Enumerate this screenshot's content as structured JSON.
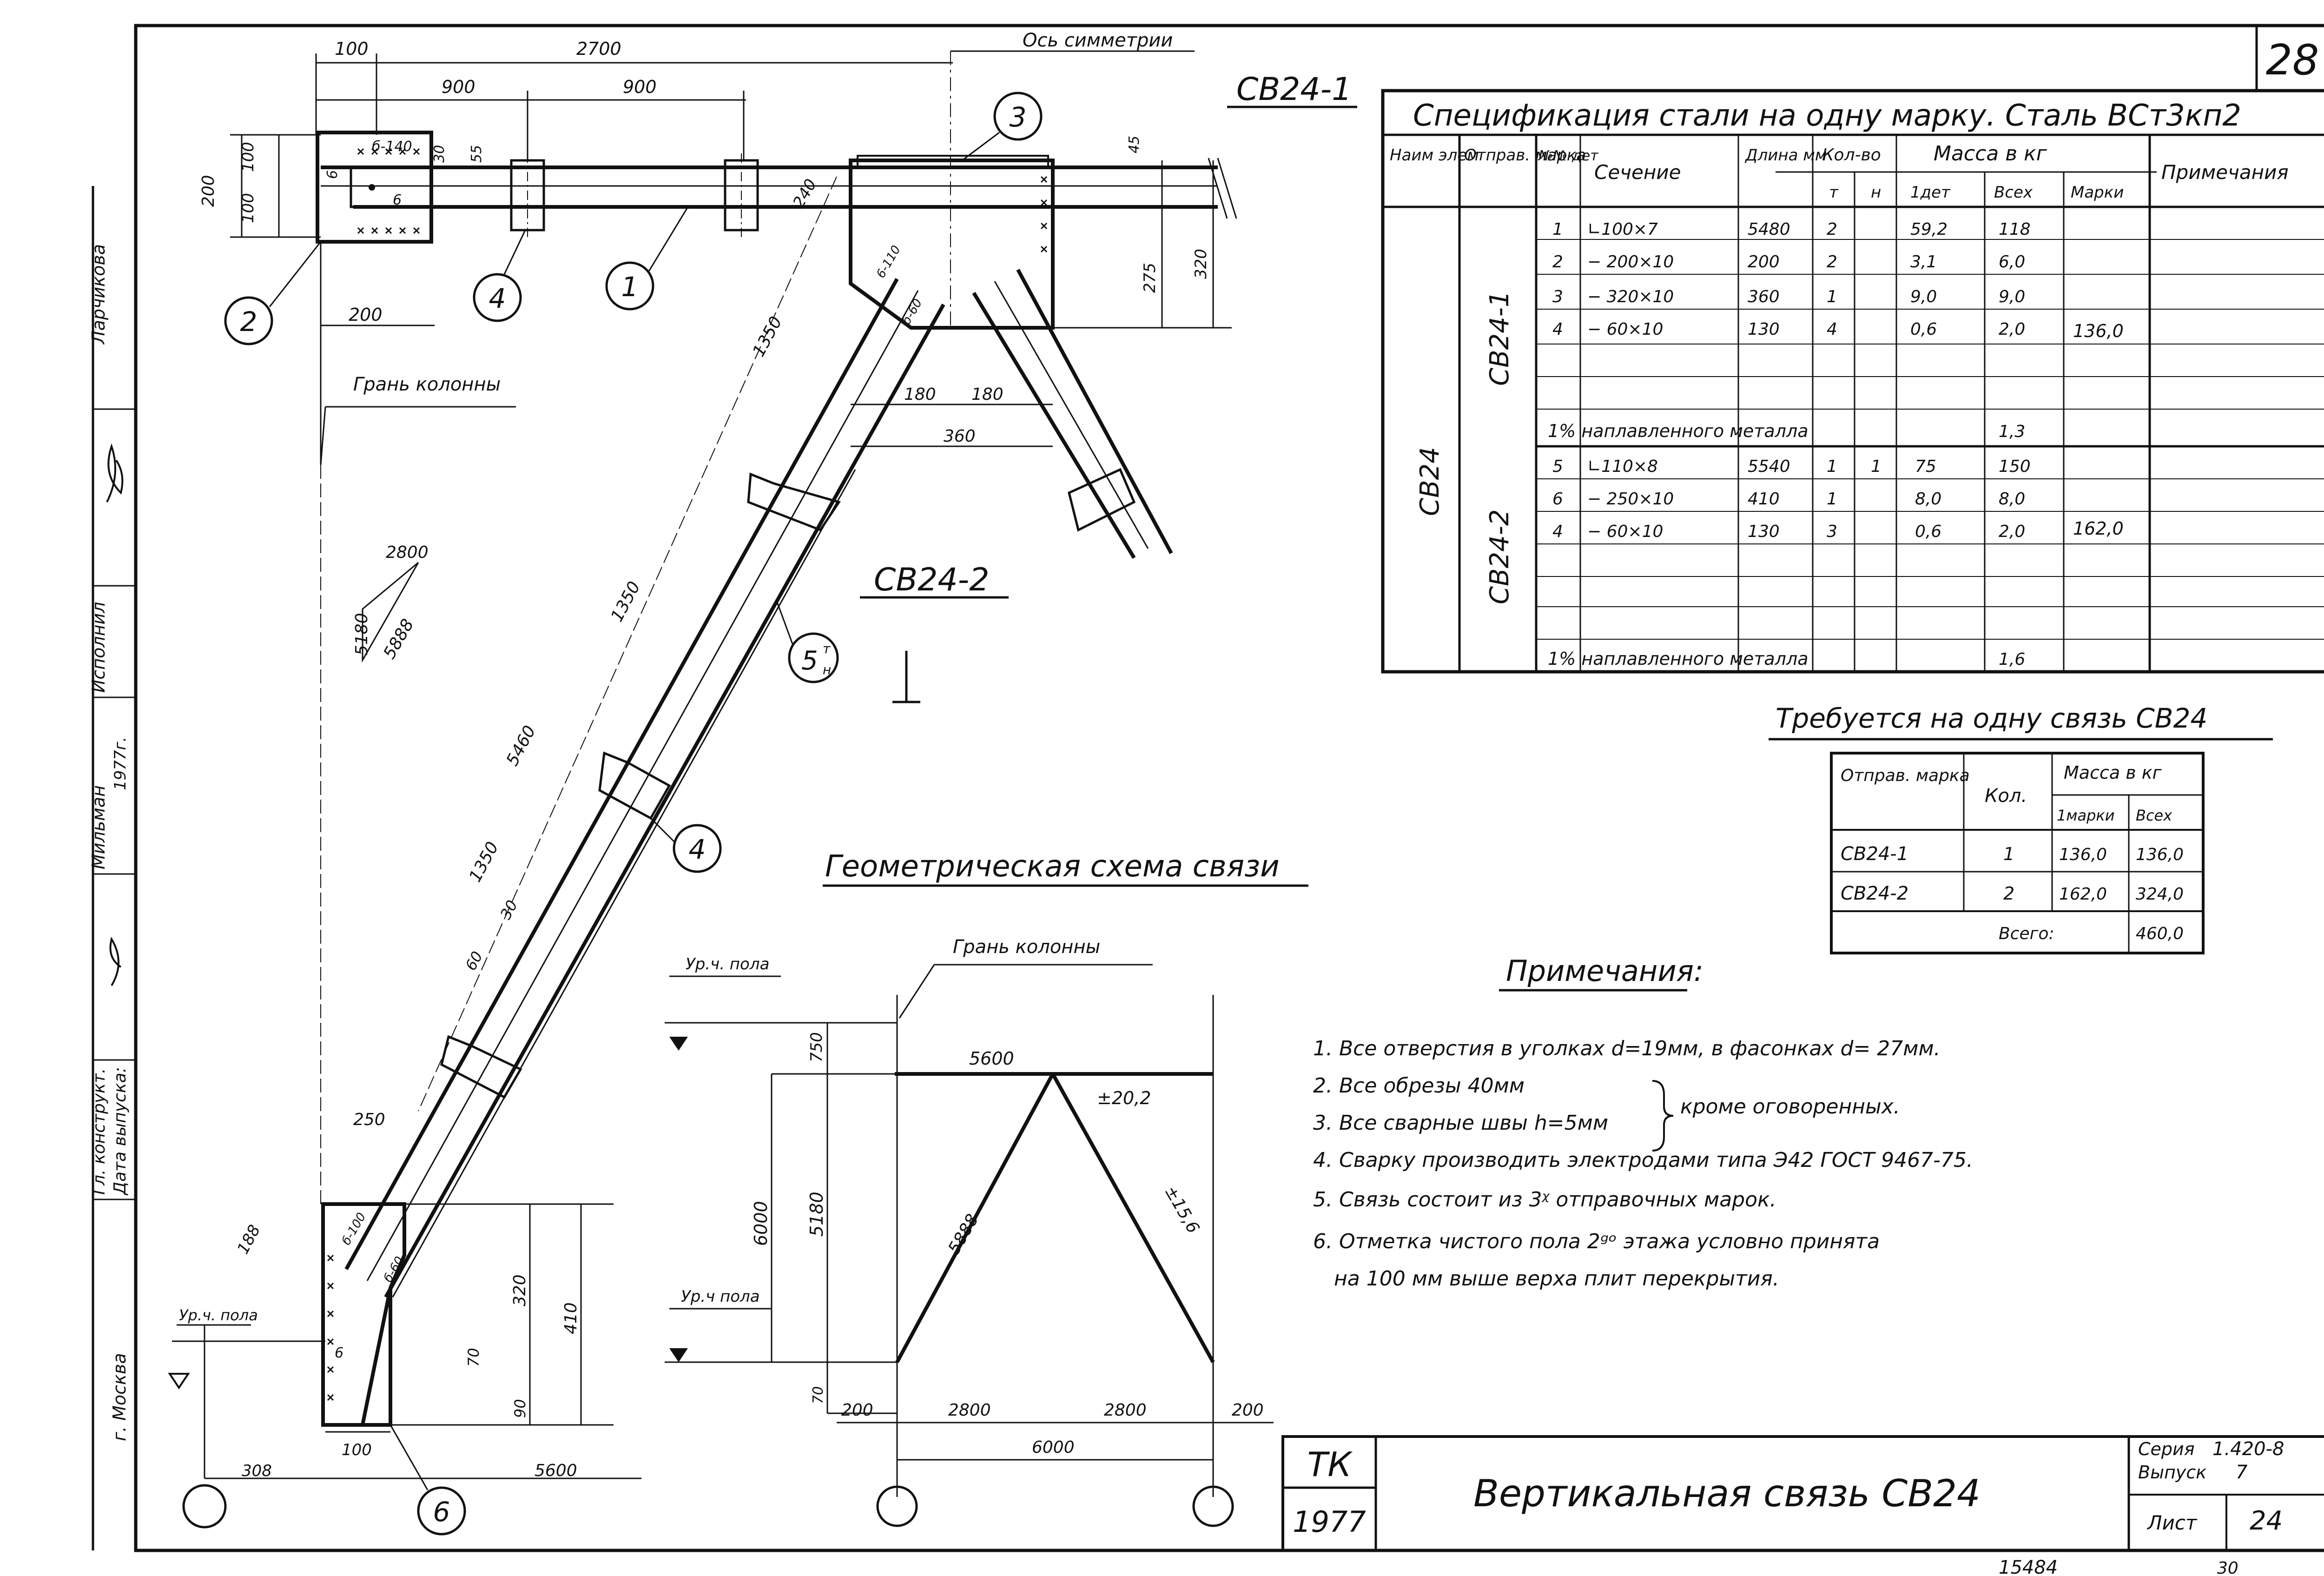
{
  "sheet_number": "28",
  "mark_left_top": "СВ24-1",
  "mark_left_mid": "СВ24-2",
  "symmetry_axis_label": "Ось симметрии",
  "column_face_label": "Грань колонны",
  "floor_level_label": "Ур.ч. пола",
  "floor_level_label_alt": "Ур.ч пола",
  "geometry_title": "Геометрическая схема связи",
  "dims": {
    "top": [
      "100",
      "2700",
      "900",
      "900"
    ],
    "left": [
      "200",
      "100",
      "100"
    ],
    "gusset": [
      "б-140",
      "30",
      "55",
      "6",
      "6",
      "240",
      "45",
      "275",
      "320"
    ],
    "bottom_gusset_width": "200",
    "spans": [
      "180",
      "180",
      "360"
    ],
    "diag": [
      "1350",
      "1350",
      "5460",
      "1350",
      "30",
      "60",
      "250",
      "188"
    ],
    "weld": [
      "6-110",
      "б-60",
      "б-100",
      "б-60",
      "6-140"
    ],
    "triangle": [
      "2800",
      "5180",
      "5888"
    ],
    "bottom_left": [
      "320",
      "410",
      "70",
      "90",
      "6",
      "100",
      "308",
      "5600"
    ],
    "geom": [
      "750",
      "5600",
      "±20,2",
      "6000",
      "5180",
      "5888",
      "±15,6",
      "70",
      "200",
      "2800",
      "2800",
      "200",
      "6000"
    ]
  },
  "part_bubbles": [
    "3",
    "2",
    "4",
    "1",
    "4",
    "6",
    "5"
  ],
  "bubble_5_sub": "н",
  "bubble_5_sup": "т",
  "spec": {
    "title": "Спецификация стали на одну марку. Сталь ВСт3кп2",
    "headers": {
      "elem": "Наим элем",
      "mark": "Отправ. марка",
      "det": "№№ дет",
      "section": "Сечение",
      "length": "Длина мм",
      "qty": "Кол-во",
      "qty_t": "т",
      "qty_n": "н",
      "mass": "Масса в кг",
      "mass_1": "1дет",
      "mass_all": "Всех",
      "mass_mark": "Марки",
      "notes": "Примечания"
    },
    "elem_name": "СВ24",
    "groups": [
      {
        "mark": "СВ24-1",
        "rows": [
          [
            "1",
            "∟100×7",
            "5480",
            "2",
            "",
            "59,2",
            "118"
          ],
          [
            "2",
            "− 200×10",
            "200",
            "2",
            "",
            "3,1",
            "6,0"
          ],
          [
            "3",
            "− 320×10",
            "360",
            "1",
            "",
            "9,0",
            "9,0"
          ],
          [
            "4",
            "− 60×10",
            "130",
            "4",
            "",
            "0,6",
            "2,0"
          ]
        ],
        "weld": "1% наплавленного металла",
        "weld_mass": "1,3",
        "mark_mass": "136,0"
      },
      {
        "mark": "СВ24-2",
        "rows": [
          [
            "5",
            "∟110×8",
            "5540",
            "1",
            "1",
            "75",
            "150"
          ],
          [
            "6",
            "− 250×10",
            "410",
            "1",
            "",
            "8,0",
            "8,0"
          ],
          [
            "4",
            "− 60×10",
            "130",
            "3",
            "",
            "0,6",
            "2,0"
          ]
        ],
        "weld": "1% наплавленного металла",
        "weld_mass": "1,6",
        "mark_mass": "162,0"
      }
    ]
  },
  "required": {
    "title": "Требуется на одну связь СВ24",
    "headers": [
      "Отправ. марка",
      "Кол.",
      "Масса в кг",
      "1марки",
      "Всех"
    ],
    "rows": [
      [
        "СВ24-1",
        "1",
        "136,0",
        "136,0"
      ],
      [
        "СВ24-2",
        "2",
        "162,0",
        "324,0"
      ]
    ],
    "total_label": "Всего:",
    "total": "460,0"
  },
  "notes": {
    "title": "Примечания:",
    "items": [
      "1. Все отверстия в уголках d=19мм, в фасонках d= 27мм.",
      "2. Все обрезы 40мм",
      "3. Все сварные швы h=5мм",
      "4. Сварку производить электродами типа Э42 ГОСТ 9467-75.",
      "5. Связь состоит из 3ᵡ отправочных марок.",
      "6. Отметка чистого пола 2ᵍᵒ этажа условно принята",
      "на 100 мм выше верха плит перекрытия."
    ],
    "brace_text": "кроме оговоренных."
  },
  "stamp": {
    "org": "ТК",
    "year": "1977",
    "title": "Вертикальная связь СВ24",
    "series_label": "Серия",
    "series": "1.420-8",
    "issue_label": "Выпуск",
    "issue": "7",
    "sheet_label": "Лист",
    "sheet": "24"
  },
  "side_stamp": [
    "Ларчикова",
    "Исполнил",
    "Мильман",
    "1977г.",
    "Гл. конструкт.",
    "Дата выпуска:",
    "г. Москва"
  ],
  "footer_number": "15484",
  "footer_mark": "30"
}
